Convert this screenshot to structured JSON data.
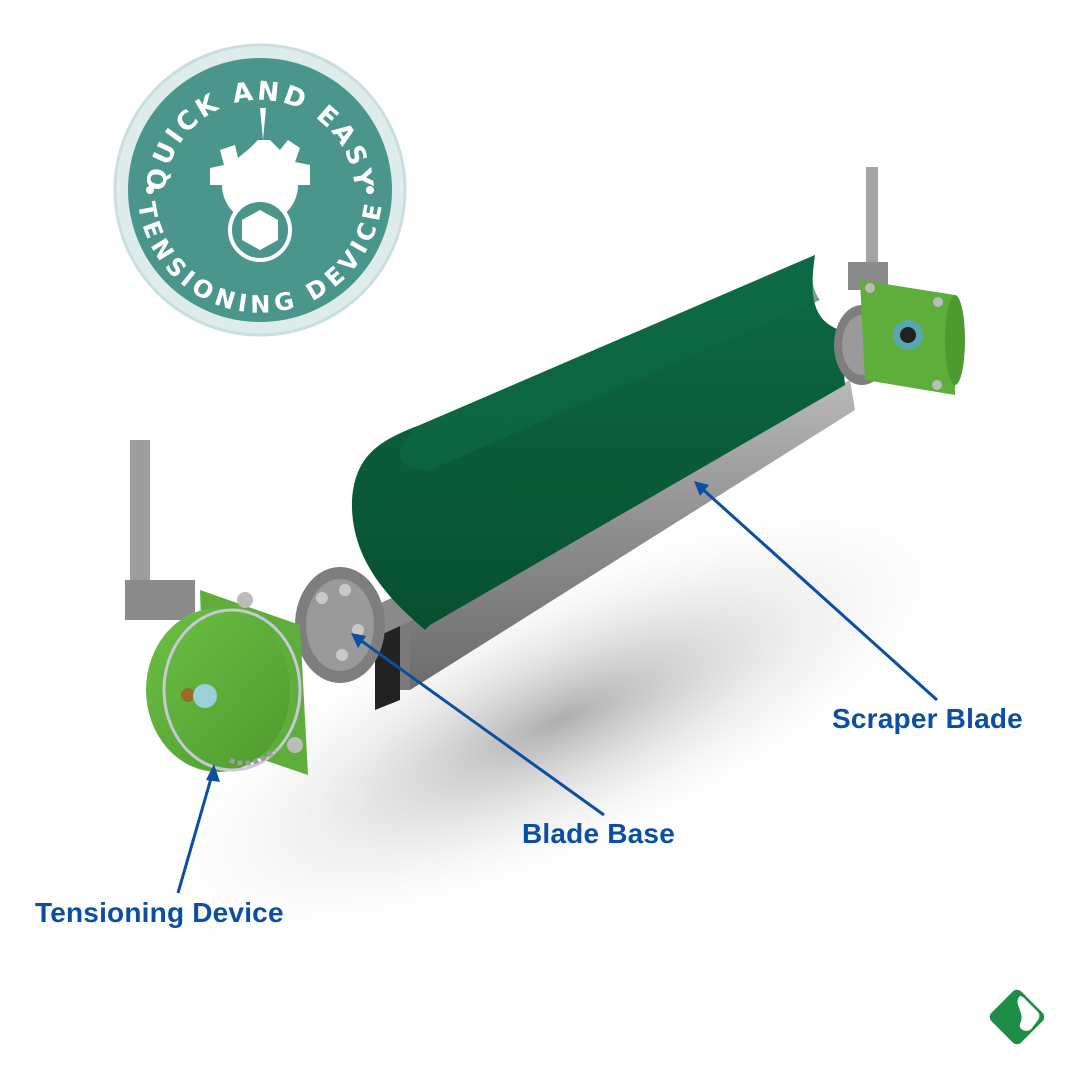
{
  "badge": {
    "top_text": "QUICK AND EASY",
    "bottom_text": "TENSIONING DEVICE",
    "icon": "gear-with-hex-nut-icon",
    "color": "#4a968d"
  },
  "product": {
    "name": "conveyor-belt-cleaner",
    "blade_color": "#0b5a38",
    "tensioner_color": "#5fae3b"
  },
  "callouts": [
    {
      "id": "tensioning-device",
      "label": "Tensioning Device"
    },
    {
      "id": "blade-base",
      "label": "Blade Base"
    },
    {
      "id": "scraper-blade",
      "label": "Scraper Blade"
    }
  ],
  "colors": {
    "callout_text": "#0b4fa3",
    "callout_line": "#0b4fa3",
    "logo": "#1e8e46"
  },
  "logo": {
    "icon": "brand-diamond-logo-icon"
  }
}
